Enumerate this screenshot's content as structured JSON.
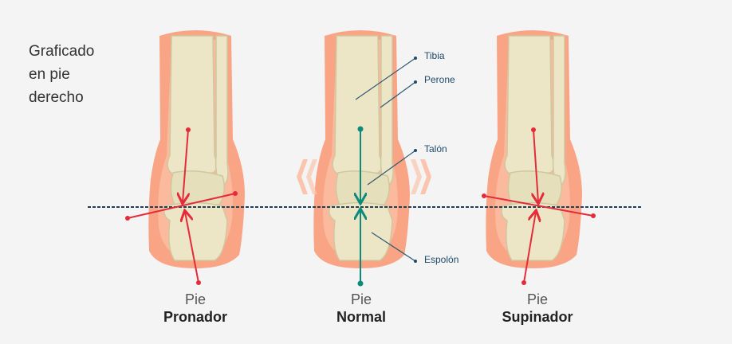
{
  "side_note": [
    "Graficado",
    "en pie",
    "derecho"
  ],
  "feet": [
    {
      "prefix": "Pie",
      "name": "Pronador"
    },
    {
      "prefix": "Pie",
      "name": "Normal"
    },
    {
      "prefix": "Pie",
      "name": "Supinador"
    }
  ],
  "labels": {
    "tibia": "Tibia",
    "perone": "Perone",
    "talon": "Talón",
    "espolon": "Espolón"
  },
  "colors": {
    "background": "#f4f4f4",
    "skin": "#f9a585",
    "bone": "#ece6c6",
    "red_axis": "#e52b3a",
    "teal_axis": "#0e8a7a",
    "reference_line": "#1f3f5a"
  }
}
